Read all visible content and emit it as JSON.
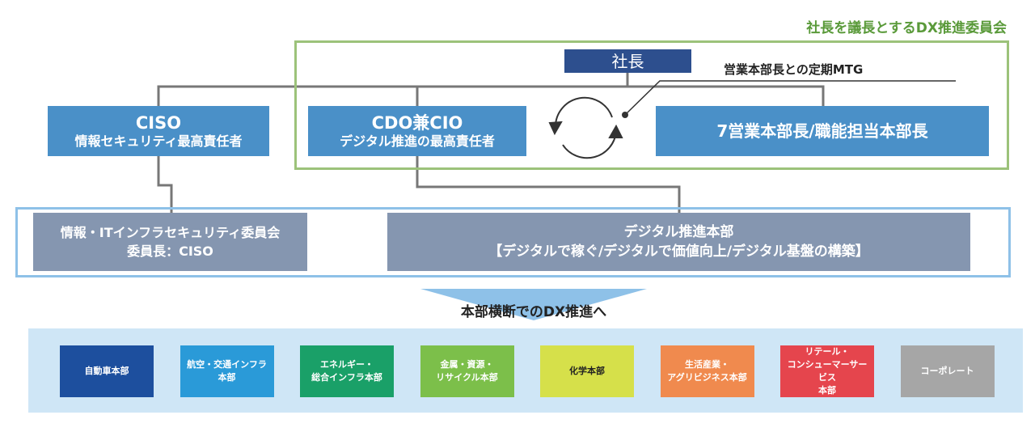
{
  "committee": {
    "title": "社長を議長とするDX推進委員会",
    "border_color": "#9cc27a",
    "title_color": "#5a9a3a"
  },
  "president": {
    "label": "社長",
    "color": "#2d4f8e"
  },
  "meeting_label": "営業本部長との定期MTG",
  "ciso": {
    "line1": "CISO",
    "line2": "情報セキュリティ最高責任者",
    "color": "#4a90c8"
  },
  "cdo": {
    "line1": "CDO兼CIO",
    "line2": "デジタル推進の最高責任者",
    "color": "#4a90c8"
  },
  "heads": {
    "label": "7営業本部長/職能担当本部長",
    "color": "#4a90c8"
  },
  "lower_frame_color": "#8ec1e8",
  "it_committee": {
    "line1": "情報・ITインフラセキュリティ委員会",
    "line2": "委員長：CISO",
    "color": "#8596b0"
  },
  "digital_hq": {
    "line1": "デジタル推進本部",
    "line2": "【デジタルで稼ぐ/デジタルで価値向上/デジタル基盤の構築】",
    "color": "#8596b0"
  },
  "cross_label": "本部横断でのDX推進へ",
  "units_bg": "#cfe6f6",
  "units": [
    {
      "lines": [
        "自動車本部"
      ],
      "color": "#1d4f9e"
    },
    {
      "lines": [
        "航空・交通インフラ本部"
      ],
      "color": "#2a9ad8"
    },
    {
      "lines": [
        "エネルギー・",
        "総合インフラ本部"
      ],
      "color": "#1aa068"
    },
    {
      "lines": [
        "金属・資源・",
        "リサイクル本部"
      ],
      "color": "#7cbf4a"
    },
    {
      "lines": [
        "化学本部"
      ],
      "color": "#d6e04a"
    },
    {
      "lines": [
        "生活産業・",
        "アグリビジネス本部"
      ],
      "color": "#f08a4e"
    },
    {
      "lines": [
        "リテール・",
        "コンシューマーサービス",
        "本部"
      ],
      "color": "#e5454d"
    },
    {
      "lines": [
        "コーポレート"
      ],
      "color": "#a6a6a6"
    }
  ]
}
